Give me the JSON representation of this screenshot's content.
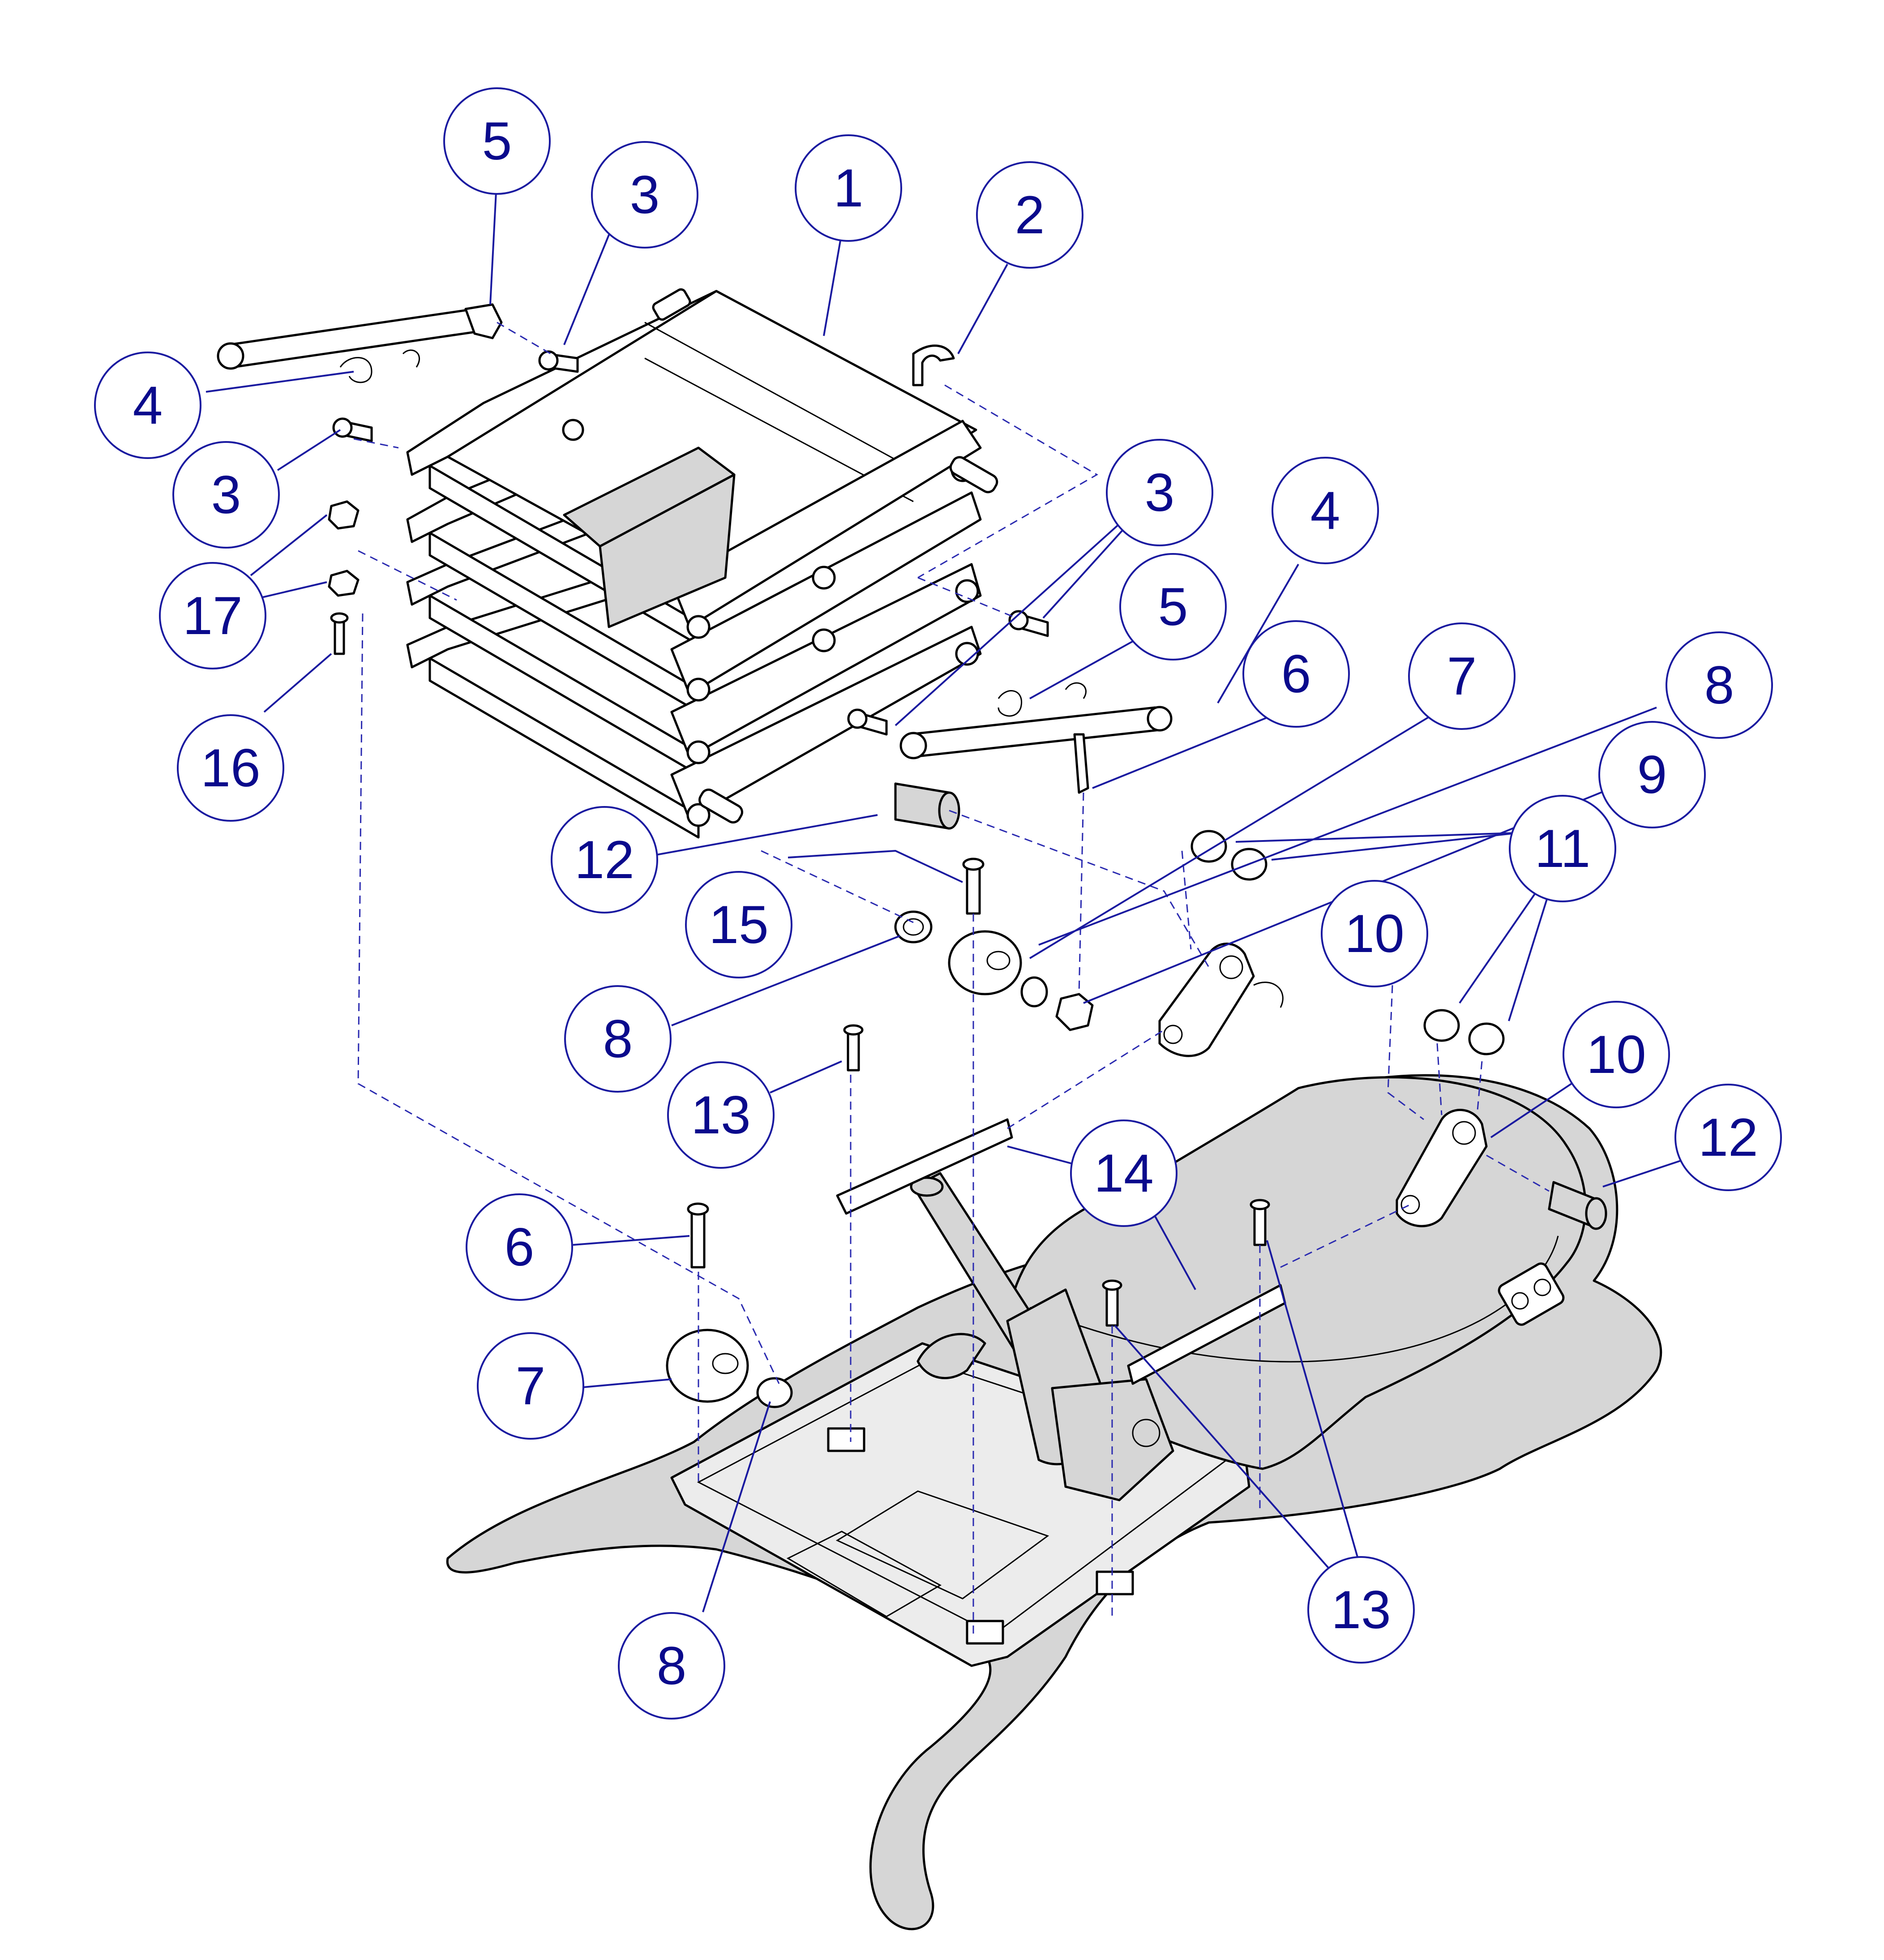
{
  "callouts": [
    {
      "id": "c5a",
      "label": "5"
    },
    {
      "id": "c3a",
      "label": "3"
    },
    {
      "id": "c1",
      "label": "1"
    },
    {
      "id": "c2",
      "label": "2"
    },
    {
      "id": "c4a",
      "label": "4"
    },
    {
      "id": "c3b",
      "label": "3"
    },
    {
      "id": "c17",
      "label": "17"
    },
    {
      "id": "c16",
      "label": "16"
    },
    {
      "id": "c3c",
      "label": "3"
    },
    {
      "id": "c4b",
      "label": "4"
    },
    {
      "id": "c5b",
      "label": "5"
    },
    {
      "id": "c6a",
      "label": "6"
    },
    {
      "id": "c7a",
      "label": "7"
    },
    {
      "id": "c8a",
      "label": "8"
    },
    {
      "id": "c9",
      "label": "9"
    },
    {
      "id": "c11",
      "label": "11"
    },
    {
      "id": "c12a",
      "label": "12"
    },
    {
      "id": "c15",
      "label": "15"
    },
    {
      "id": "c10a",
      "label": "10"
    },
    {
      "id": "c8b",
      "label": "8"
    },
    {
      "id": "c13a",
      "label": "13"
    },
    {
      "id": "c10b",
      "label": "10"
    },
    {
      "id": "c12b",
      "label": "12"
    },
    {
      "id": "c14",
      "label": "14"
    },
    {
      "id": "c6b",
      "label": "6"
    },
    {
      "id": "c7b",
      "label": "7"
    },
    {
      "id": "c13b",
      "label": "13"
    },
    {
      "id": "c8c",
      "label": "8"
    }
  ],
  "colors": {
    "callout_stroke": "#1a1aa0",
    "callout_text": "#0a0a8c",
    "base_fill": "#d6d6d6"
  }
}
